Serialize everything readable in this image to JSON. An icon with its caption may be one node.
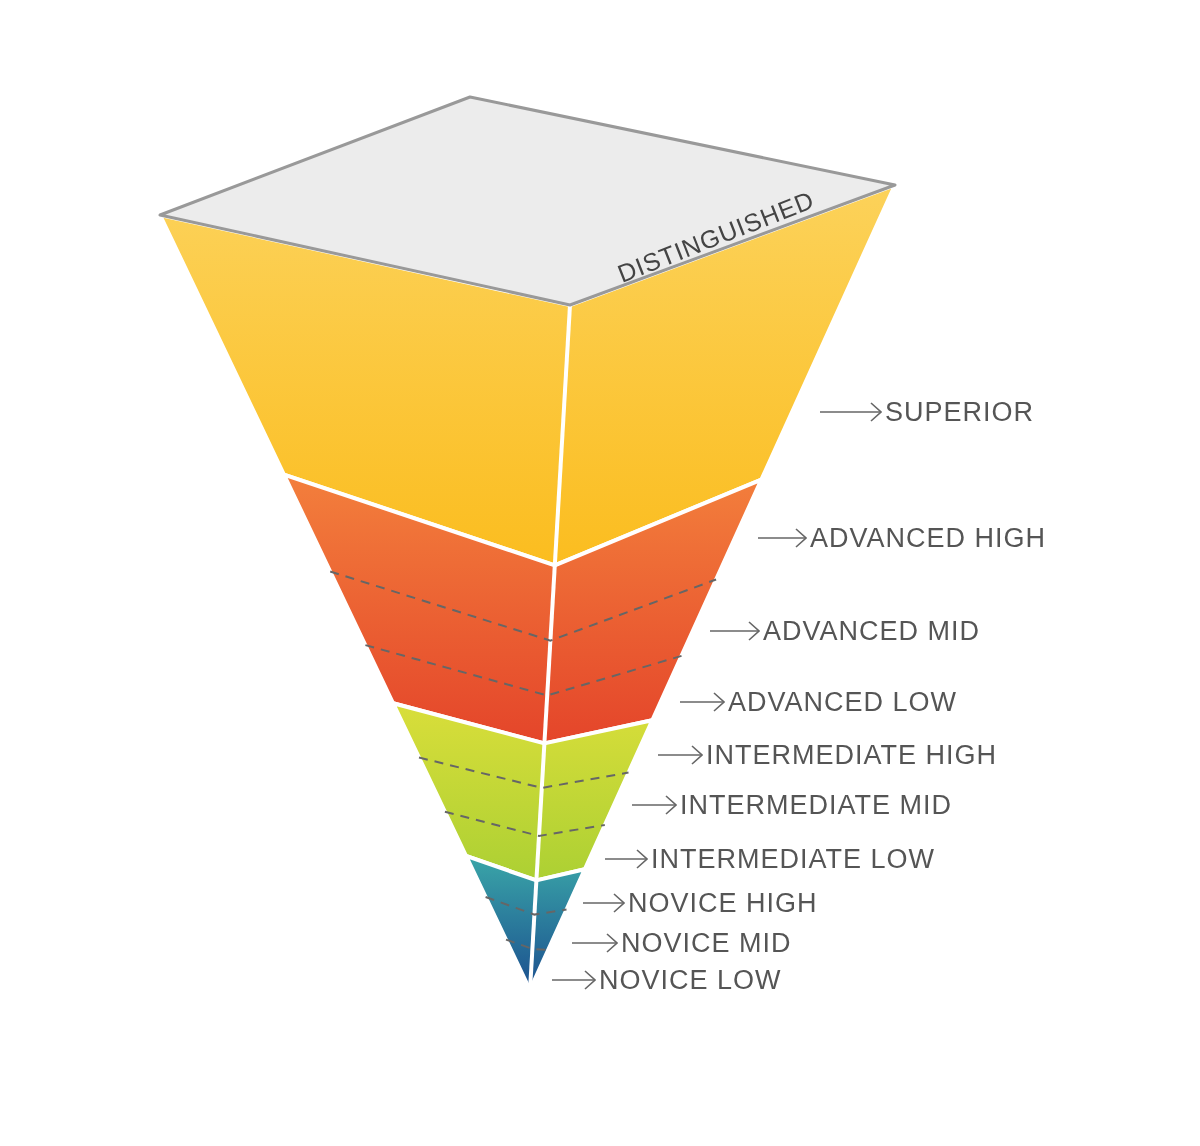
{
  "diagram": {
    "nodes": [
      {
        "text": [
          "DISTINGUISHED"
        ]
      },
      {
        "text": [
          "SUPERIOR"
        ]
      },
      {
        "text": [
          "ADVANCED HIGH"
        ]
      },
      {
        "text": [
          "ADVANCED MID"
        ]
      },
      {
        "text": [
          "ADVANCED LOW"
        ]
      },
      {
        "text": [
          "INTERMEDIATE HIGH"
        ]
      },
      {
        "text": [
          "INTERMEDIATE MID"
        ]
      },
      {
        "text": [
          "INTERMEDIATE LOW"
        ]
      },
      {
        "text": [
          "NOVICE HIGH"
        ]
      },
      {
        "text": [
          "NOVICE MID"
        ]
      },
      {
        "text": [
          "NOVICE LOW"
        ]
      }
    ],
    "edges": [
      {
        "from": null,
        "to": 1,
        "arrow": "to"
      },
      {
        "from": null,
        "to": 2,
        "arrow": "to"
      },
      {
        "from": null,
        "to": 3,
        "arrow": "to"
      },
      {
        "from": null,
        "to": 4,
        "arrow": "to"
      },
      {
        "from": null,
        "to": 5,
        "arrow": "to"
      },
      {
        "from": null,
        "to": 6,
        "arrow": "to"
      },
      {
        "from": null,
        "to": 7,
        "arrow": "to"
      },
      {
        "from": null,
        "to": 8,
        "arrow": "to"
      },
      {
        "from": null,
        "to": 9,
        "arrow": "to"
      },
      {
        "from": null,
        "to": 10,
        "arrow": "to"
      }
    ]
  }
}
